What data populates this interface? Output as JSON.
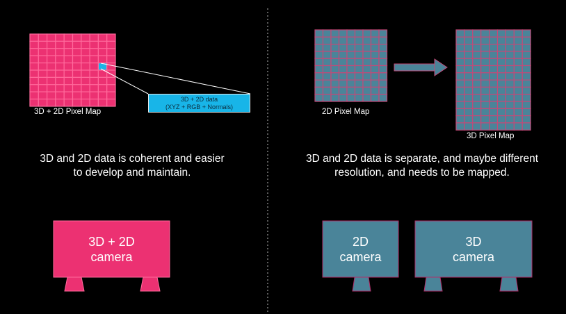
{
  "colors": {
    "background": "#000000",
    "pink": "#ec3172",
    "pink_border": "#ff6a9c",
    "teal": "#4a8499",
    "teal_cell_border": "#c24a78",
    "teal_camera_border": "#b0306a",
    "callout": "#18b5e8",
    "cyan_cell": "#1cb4e6",
    "divider": "#bbbbbb"
  },
  "left": {
    "pixel_map_label": "3D + 2D Pixel Map",
    "callout_line1": "3D + 2D data",
    "callout_line2": "(XYZ + RGB + Normals)",
    "description_line1": "3D and 2D data is coherent and easier",
    "description_line2": "to develop and maintain.",
    "camera_line1": "3D + 2D",
    "camera_line2": "camera"
  },
  "right": {
    "pixel_map_2d_label": "2D Pixel Map",
    "pixel_map_3d_label": "3D Pixel Map",
    "description_line1": "3D and 2D data is separate, and maybe different",
    "description_line2": "resolution, and needs to be mapped.",
    "camera_2d_line1": "2D",
    "camera_2d_line2": "camera",
    "camera_3d_line1": "3D",
    "camera_3d_line2": "camera"
  },
  "icons": {
    "arrow": "right-arrow-icon"
  }
}
